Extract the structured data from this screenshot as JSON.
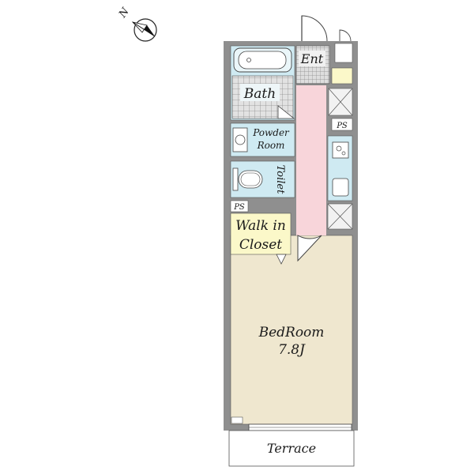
{
  "compass": {
    "label": "N",
    "icon": "north-arrow-icon"
  },
  "rooms": {
    "entrance": "Ent",
    "bath": "Bath",
    "powder_room_line1": "Powder",
    "powder_room_line2": "Room",
    "toilet": "Toilet",
    "ps_top": "PS",
    "ps_left": "PS",
    "walk_in_line1": "Walk in",
    "walk_in_line2": "Closet",
    "bedroom": "BedRoom",
    "bedroom_size": "7.8J",
    "terrace": "Terrace"
  },
  "colors": {
    "wall": "#8f8f8f",
    "bedroom": "#efe7cf",
    "wet_area": "#cfeaf2",
    "hall": "#f8d5da",
    "closet": "#fbf8c9",
    "tile": "#d8d8d8"
  }
}
